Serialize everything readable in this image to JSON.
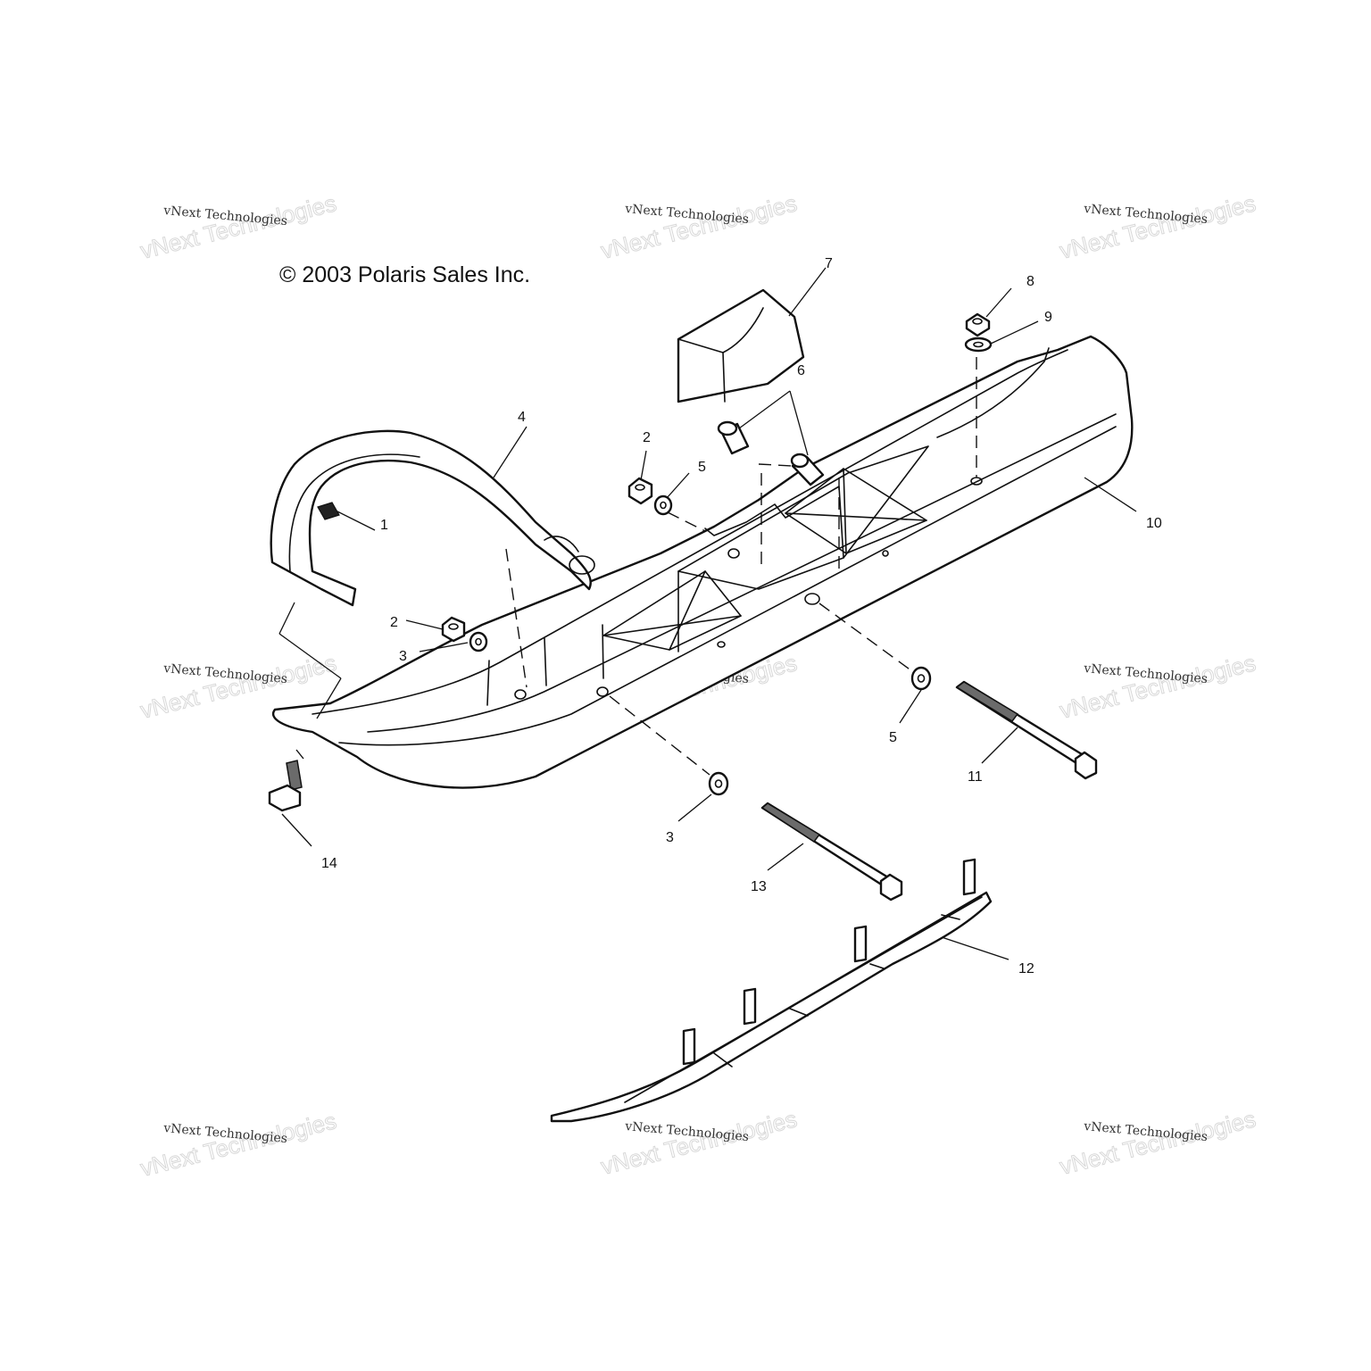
{
  "copyright": "© 2003 Polaris Sales Inc.",
  "watermark": {
    "line1": "vNext Technologies",
    "line2": "vNext Technologies"
  },
  "callouts": {
    "c1": "1",
    "c2a": "2",
    "c2b": "2",
    "c3a": "3",
    "c3b": "3",
    "c4": "4",
    "c5a": "5",
    "c5b": "5",
    "c6": "6",
    "c7": "7",
    "c8": "8",
    "c9": "9",
    "c10": "10",
    "c11": "11",
    "c12": "12",
    "c13": "13",
    "c14": "14"
  }
}
